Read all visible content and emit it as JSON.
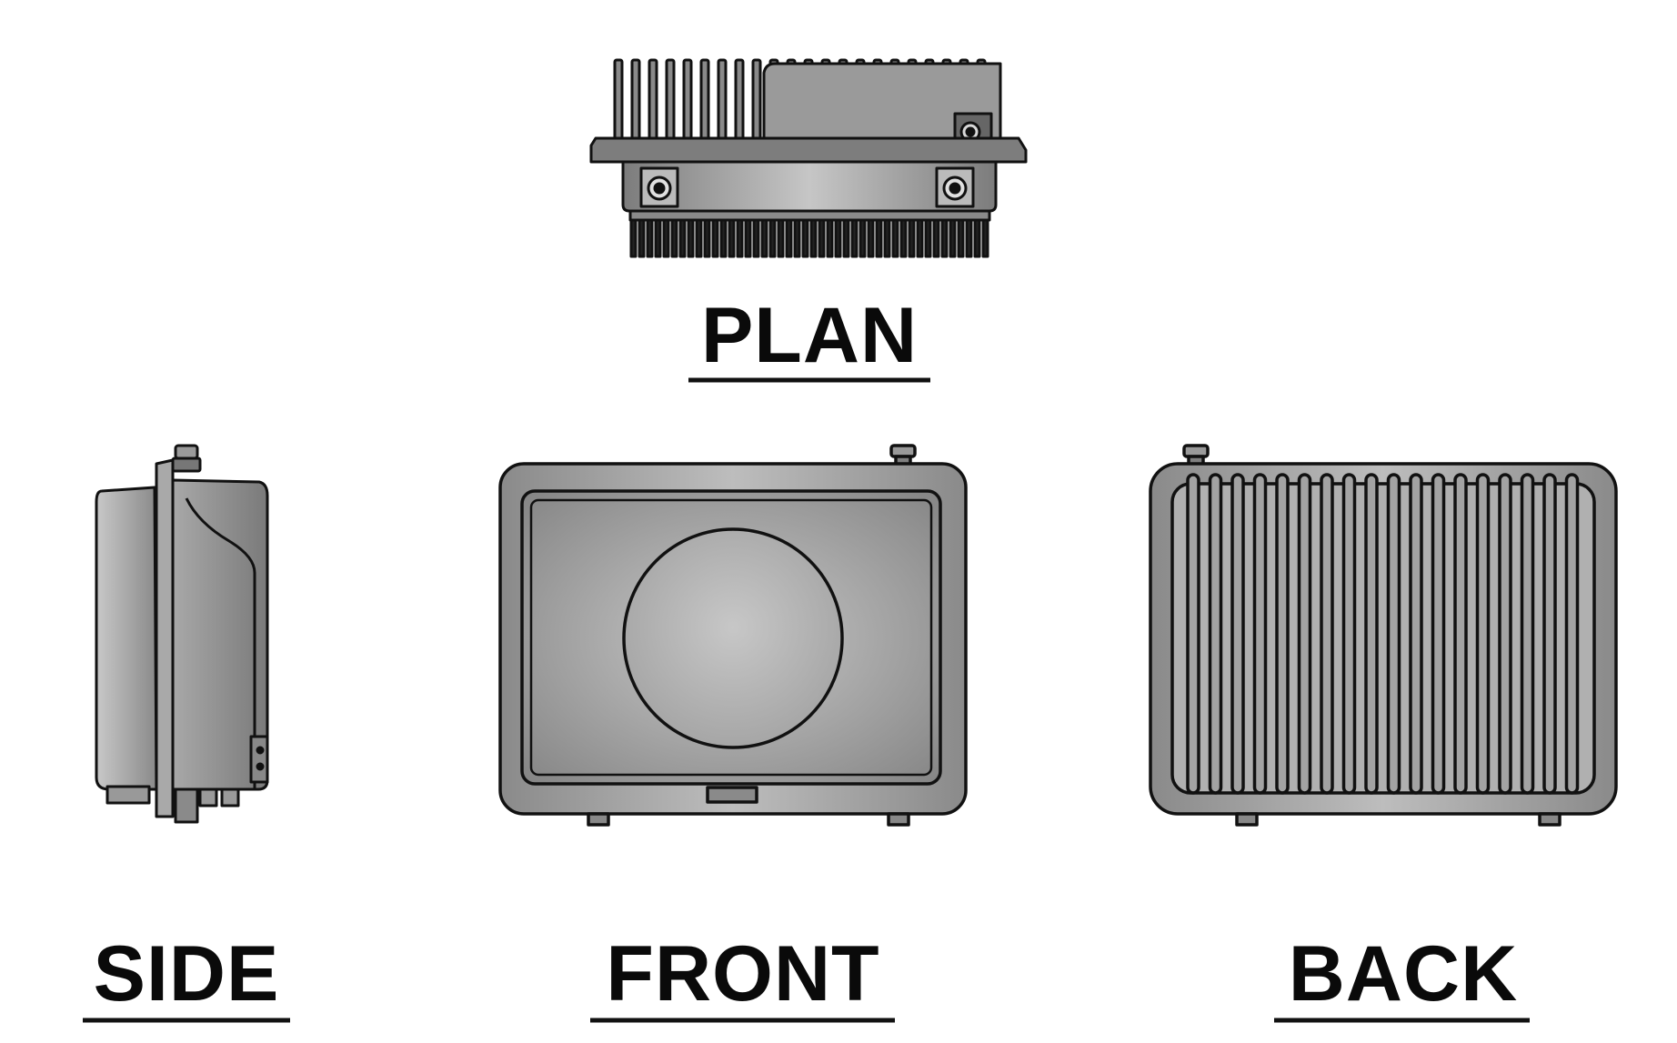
{
  "views": {
    "plan": {
      "label": "PLAN"
    },
    "side": {
      "label": "SIDE"
    },
    "front": {
      "label": "FRONT"
    },
    "back": {
      "label": "BACK"
    }
  },
  "colors": {
    "outline": "#111111",
    "body_light": "#c4c4c4",
    "body_dark": "#7a7a7a",
    "background": "#ffffff"
  }
}
